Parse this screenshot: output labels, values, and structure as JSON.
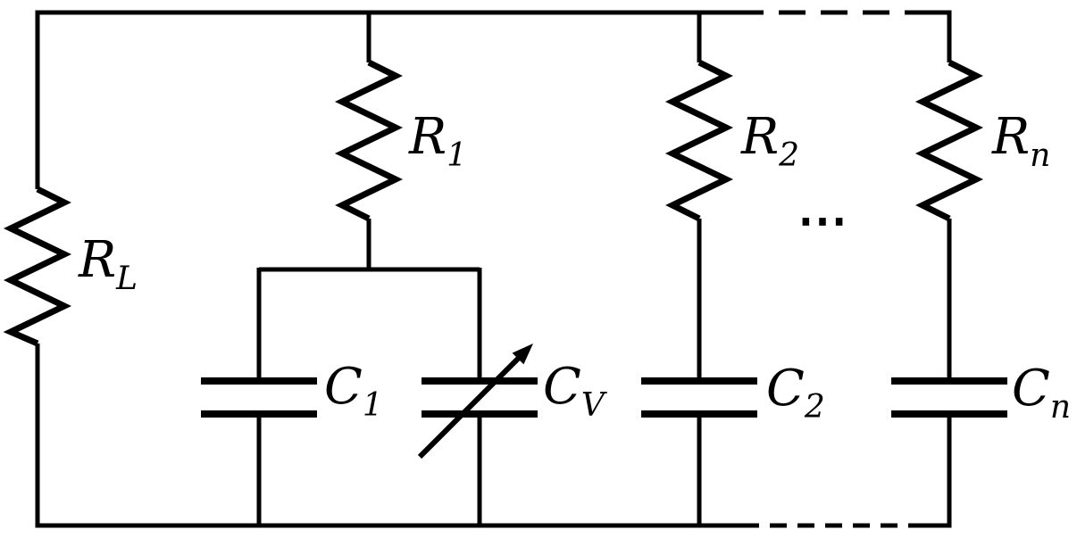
{
  "diagram": {
    "kind": "electrical-circuit-schematic",
    "background_color": "#ffffff",
    "line_color": "#000000"
  },
  "labels": {
    "load_resistor": {
      "base": "R",
      "sub": "L"
    },
    "resistor_1": {
      "base": "R",
      "sub": "1"
    },
    "resistor_2": {
      "base": "R",
      "sub": "2"
    },
    "resistor_n": {
      "base": "R",
      "sub": "n"
    },
    "capacitor_1": {
      "base": "C",
      "sub": "1"
    },
    "variable_capacitor": {
      "base": "C",
      "sub": "V"
    },
    "capacitor_2": {
      "base": "C",
      "sub": "2"
    },
    "capacitor_n": {
      "base": "C",
      "sub": "n"
    },
    "ellipsis": "⋯"
  },
  "components": [
    {
      "name": "R_L",
      "type": "resistor"
    },
    {
      "name": "R_1",
      "type": "resistor"
    },
    {
      "name": "C_1",
      "type": "capacitor"
    },
    {
      "name": "C_V",
      "type": "variable-capacitor"
    },
    {
      "name": "R_2",
      "type": "resistor"
    },
    {
      "name": "C_2",
      "type": "capacitor"
    },
    {
      "name": "R_n",
      "type": "resistor"
    },
    {
      "name": "C_n",
      "type": "capacitor"
    }
  ]
}
